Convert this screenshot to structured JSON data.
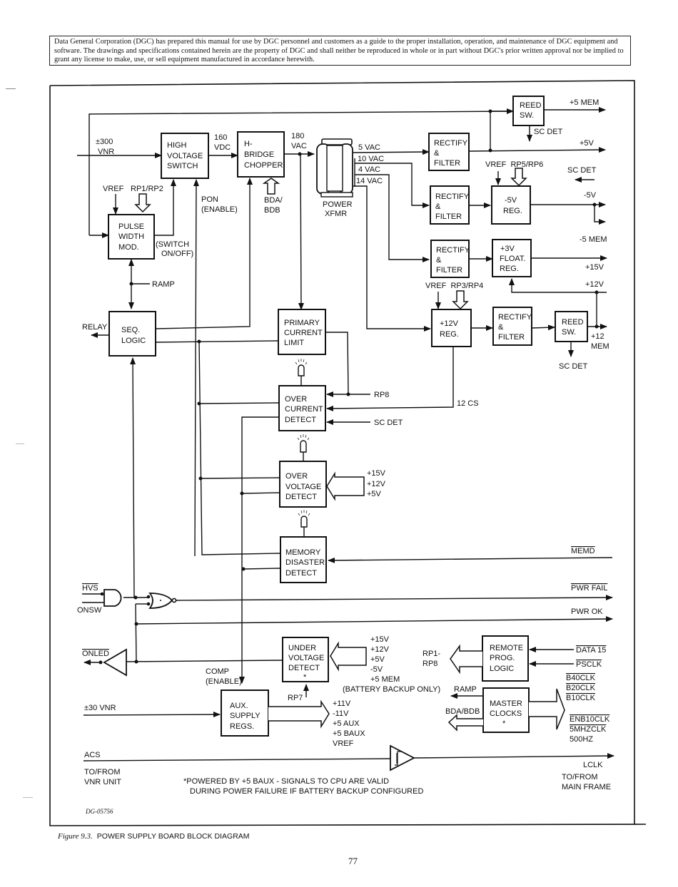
{
  "notice": "Data General Corporation (DGC) has prepared this manual for use by DGC personnel and customers as a guide to the proper installation, operation, and maintenance of DGC equipment and software. The drawings and specifications contained herein are the property of DGC and shall neither be reproduced in whole or in part without DGC's prior written approval nor be implied to grant any license to make, use, or sell equipment manufactured in accordance herewith.",
  "figure": {
    "label": "Figure 9.3.",
    "title": "POWER SUPPLY BOARD BLOCK DIAGRAM",
    "doc_id": "DG-05756"
  },
  "page_number": "77",
  "blocks": {
    "hv_switch": [
      "HIGH",
      "VOLTAGE",
      "SWITCH"
    ],
    "h_bridge": [
      "H-",
      "BRIDGE",
      "CHOPPER"
    ],
    "pwm": [
      "PULSE",
      "WIDTH",
      "MOD."
    ],
    "seq_logic": [
      "SEQ.",
      "LOGIC"
    ],
    "primary_current_limit": [
      "PRIMARY",
      "CURRENT",
      "LIMIT"
    ],
    "over_current": [
      "OVER",
      "CURRENT",
      "DETECT"
    ],
    "over_voltage": [
      "OVER",
      "VOLTAGE",
      "DETECT"
    ],
    "memory_disaster": [
      "MEMORY",
      "DISASTER",
      "DETECT"
    ],
    "under_voltage": [
      "UNDER",
      "VOLTAGE",
      "DETECT",
      "*"
    ],
    "aux_supply": [
      "AUX.",
      "SUPPLY",
      "REGS."
    ],
    "remote_prog": [
      "REMOTE",
      "PROG.",
      "LOGIC"
    ],
    "master_clocks": [
      "MASTER",
      "CLOCKS",
      "*"
    ],
    "rectify_1": [
      "RECTIFY",
      "&",
      "FILTER"
    ],
    "rectify_2": [
      "RECTIFY",
      "&",
      "FILTER"
    ],
    "rectify_3": [
      "RECTIFY",
      "&",
      "FILTER"
    ],
    "rectify_4": [
      "RECTIFY",
      "&",
      "FILTER"
    ],
    "reed_sw_1": [
      "REED",
      "SW."
    ],
    "reed_sw_2": [
      "REED",
      "SW."
    ],
    "neg5_reg": [
      "-5V",
      "REG."
    ],
    "float_reg": [
      "+3V",
      "FLOAT.",
      "REG."
    ],
    "pos12_reg": [
      "+12V",
      "REG."
    ]
  },
  "labels": {
    "vnr300": [
      "±300",
      "VNR"
    ],
    "vdc160": [
      "160",
      "VDC"
    ],
    "vac180": [
      "180",
      "VAC"
    ],
    "xfmr_taps": [
      "5 VAC",
      "10 VAC",
      "4 VAC",
      "14 VAC"
    ],
    "xfmr": [
      "POWER",
      "XFMR"
    ],
    "vref": "VREF",
    "rp1rp2": "RP1/RP2",
    "pon": [
      "PON",
      "(ENABLE)"
    ],
    "bda_bdb": [
      "BDA/",
      "BDB"
    ],
    "switch_onoff": [
      "(SWITCH",
      "ON/OFF)"
    ],
    "ramp": "RAMP",
    "relay": "RELAY",
    "rp8": "RP8",
    "cs12": "12 CS",
    "sc_det": "SC DET",
    "ov_inputs": [
      "+15V",
      "+12V",
      "+5V"
    ],
    "p5mem": "+5 MEM",
    "p5v": "+5V",
    "vref_rp5rp6": "VREF  RP5/RP6",
    "n5v": "-5V",
    "n5mem": "-5 MEM",
    "p15v": "+15V",
    "p12v": "+12V",
    "vref_rp3rp4": "VREF  RP3/RP4",
    "p12mem": [
      "+12",
      "MEM"
    ],
    "memd": "MEMD",
    "pwr_fail": "PWR FAIL",
    "pwr_ok": "PWR OK",
    "hvs": "HVS",
    "onsw": "ONSW",
    "onled": "ONLED",
    "comp": [
      "COMP",
      "(ENABLE)"
    ],
    "uv_inputs": [
      "+15V",
      "+12V",
      "+5V",
      "-5V",
      "+5 MEM",
      "(BATTERY BACKUP ONLY)"
    ],
    "rp7": "RP7",
    "vnr30": "±30 VNR",
    "aux_outputs": [
      "+11V",
      "-11V",
      "+5 AUX",
      "+5 BAUX",
      "VREF"
    ],
    "rp1_rp8": [
      "RP1-",
      "RP8"
    ],
    "data15": "DATA 15",
    "psclk": "PSCLK",
    "clk_outputs_top": [
      "B40CLK",
      "B20CLK",
      "B10CLK"
    ],
    "clk_outputs_bottom": [
      "ENB10CLK",
      "5MHZCLK",
      "500HZ"
    ],
    "ramp2": "RAMP",
    "bda_bdb2": "BDA/BDB",
    "acs": "ACS",
    "lclk": "LCLK",
    "to_from_vnr": [
      "TO/FROM",
      "VNR UNIT"
    ],
    "to_from_main": [
      "TO/FROM",
      "MAIN FRAME"
    ],
    "footnote": [
      "*POWERED BY +5 BAUX - SIGNALS TO CPU ARE VALID",
      "DURING POWER FAILURE IF BATTERY BACKUP CONFIGURED"
    ]
  }
}
